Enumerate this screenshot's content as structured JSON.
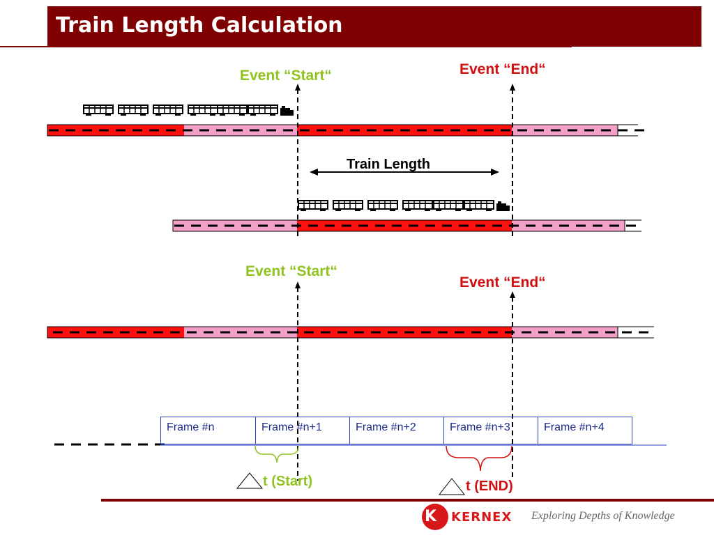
{
  "title": "Train Length Calculation",
  "labels": {
    "event_start_top": "Event “Start“",
    "event_end_top": "Event “End“",
    "train_length": "Train Length",
    "event_start_bottom": "Event “Start“",
    "event_end_bottom": "Event “End“"
  },
  "frames": [
    "Frame #n",
    "Frame #n+1",
    "Frame #n+2",
    "Frame #n+3",
    "Frame #n+4"
  ],
  "deltas": {
    "start_label": "t (Start)",
    "end_label": "t (END)"
  },
  "footer": {
    "logo_text": "KERNEX",
    "logo_mark": "K",
    "tagline": "Exploring Depths of Knowledge"
  },
  "colors": {
    "brand": "#7f0000",
    "track_red": "#ff1010",
    "track_pink": "#f2a0c8",
    "start_green": "#8fc31f",
    "end_red": "#d01010",
    "frame_blue": "#2b3fbf"
  },
  "icons": [
    "train-icon",
    "double-arrow-icon",
    "triangle-delta-icon",
    "kernex-logo-icon"
  ]
}
